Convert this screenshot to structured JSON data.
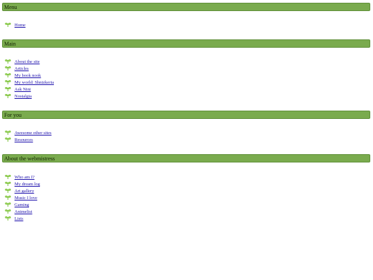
{
  "sections": [
    {
      "title": "Menu",
      "items": [
        "Home"
      ]
    },
    {
      "title": "Main",
      "items": [
        "About the site",
        "Articles",
        "My book nook",
        "My world: Shnizkeria",
        "Ask Nini",
        "Nostalgia"
      ]
    },
    {
      "title": "For you",
      "items": [
        "Awesome other sites",
        "Resources"
      ]
    },
    {
      "title": "About the webmistress",
      "items": [
        "Who am I?",
        "My dream log",
        "Art gallery",
        "Music I love",
        "Gaming",
        "Animelist",
        "Lists"
      ]
    }
  ],
  "colors": {
    "bar": "#7aab4e",
    "link": "#1a0dab",
    "bullet": "#7cc23a"
  },
  "icons": {
    "bullet": "sprout-icon"
  }
}
